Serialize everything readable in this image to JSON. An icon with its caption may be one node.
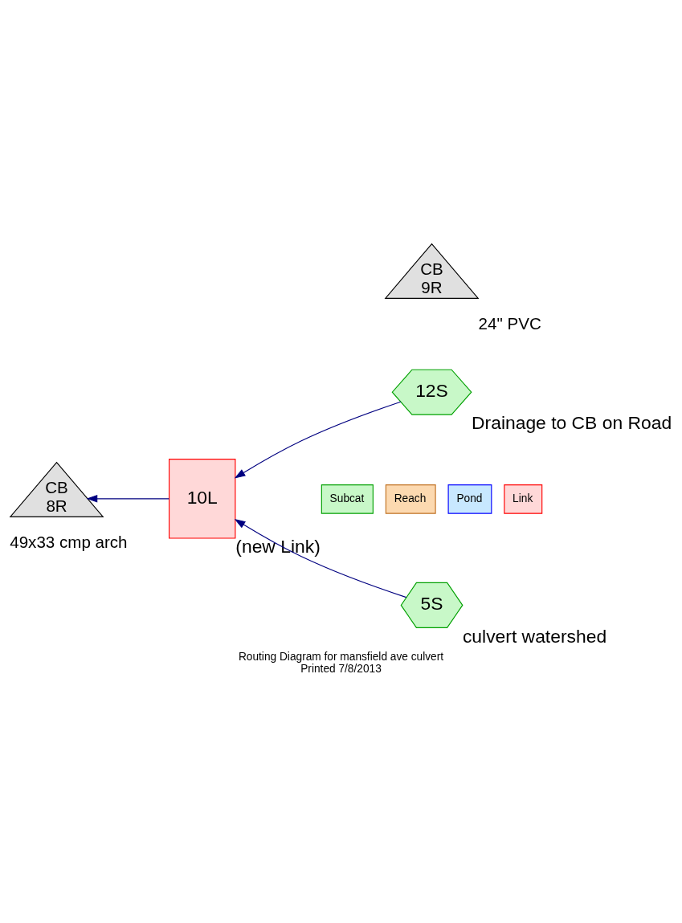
{
  "diagram": {
    "title": "Routing Diagram for mansfield ave culvert",
    "caption": "Printed 7/8/2013",
    "nodes": [
      {
        "text": [
          "12S"
        ],
        "beside": [
          "Drainage to CB on Road"
        ]
      },
      {
        "text": [
          "CB",
          "9R"
        ],
        "beside": [
          "24\" PVC"
        ]
      },
      {
        "text": [
          "CB",
          "8R"
        ],
        "beside": [
          "49x33 cmp arch"
        ]
      },
      {
        "text": [
          "10L"
        ],
        "beside": [
          "(new Link)"
        ]
      },
      {
        "text": [
          "5S"
        ],
        "beside": [
          "culvert watershed"
        ]
      }
    ],
    "edges": [
      {
        "from": 0,
        "to": 3,
        "arrow": "to"
      },
      {
        "from": 4,
        "to": 3,
        "arrow": "to"
      },
      {
        "from": 3,
        "to": 2,
        "arrow": "to"
      }
    ],
    "legend": [
      {
        "text": "Subcat",
        "color": "#c8f8c8"
      },
      {
        "text": "Reach",
        "color": "#fcd9b0"
      },
      {
        "text": "Pond",
        "color": "#c8e8ff"
      },
      {
        "text": "Link",
        "color": "#ffd8d8"
      }
    ]
  }
}
